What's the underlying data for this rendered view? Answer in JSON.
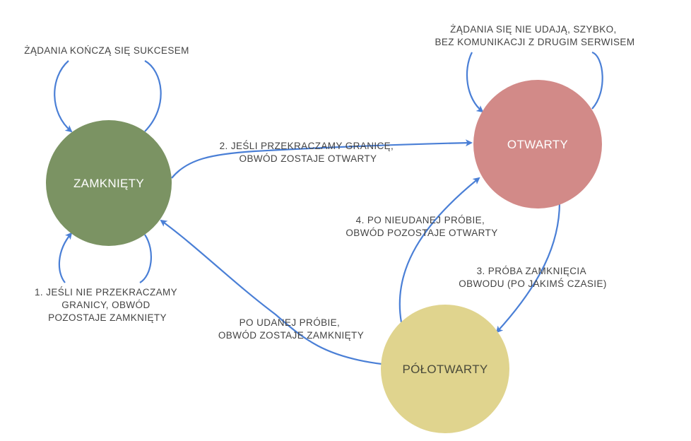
{
  "colors": {
    "closed": "#7b9363",
    "open": "#d28a88",
    "half_open": "#e0d48e",
    "arrow": "#4a7fd6",
    "text": "#444444"
  },
  "states": {
    "closed": "ZAMKNIĘTY",
    "open": "OTWARTY",
    "half_open": "PÓŁOTWARTY"
  },
  "labels": {
    "closed_self_top": [
      "ŻĄDANIA KOŃCZĄ SIĘ SUKCESEM"
    ],
    "open_self_top": [
      "ŻĄDANIA SIĘ NIE UDAJĄ, SZYBKO,",
      "BEZ KOMUNIKACJI Z DRUGIM SERWISEM"
    ],
    "closed_self_bottom": [
      "1. JEŚLI NIE PRZEKRACZAMY",
      "GRANICY, OBWÓD",
      "POZOSTAJE ZAMKNIĘTY"
    ],
    "closed_to_open": [
      "2. JEŚLI PRZEKRACZAMY GRANICĘ,",
      "OBWÓD ZOSTAJE OTWARTY"
    ],
    "open_to_half": [
      "3. PRÓBA ZAMKNIĘCIA",
      "OBWODU  (PO JAKIMŚ CZASIE)"
    ],
    "half_to_open": [
      "4. PO NIEUDANEJ PRÓBIE,",
      "OBWÓD POZOSTAJE OTWARTY"
    ],
    "half_to_closed": [
      "PO UDANEJ PRÓBIE,",
      "OBWÓD ZOSTAJE ZAMKNIĘTY"
    ]
  }
}
